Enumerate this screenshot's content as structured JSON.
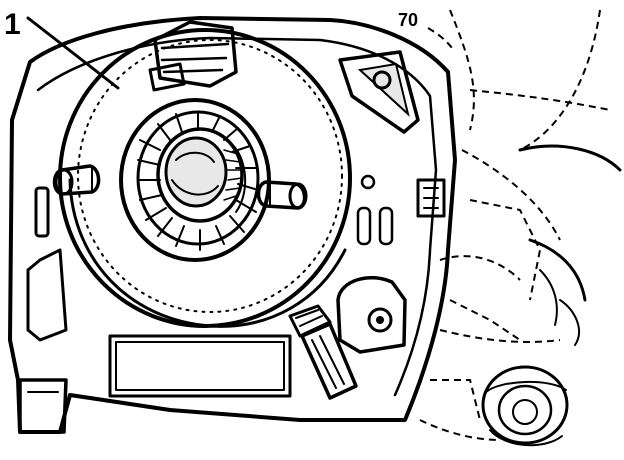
{
  "callouts": [
    {
      "id": "part-1",
      "text": "1"
    },
    {
      "id": "part-70",
      "text": "70"
    }
  ],
  "colors": {
    "ink": "#000000",
    "paper": "#ffffff",
    "shade": "#e8e8e8"
  }
}
